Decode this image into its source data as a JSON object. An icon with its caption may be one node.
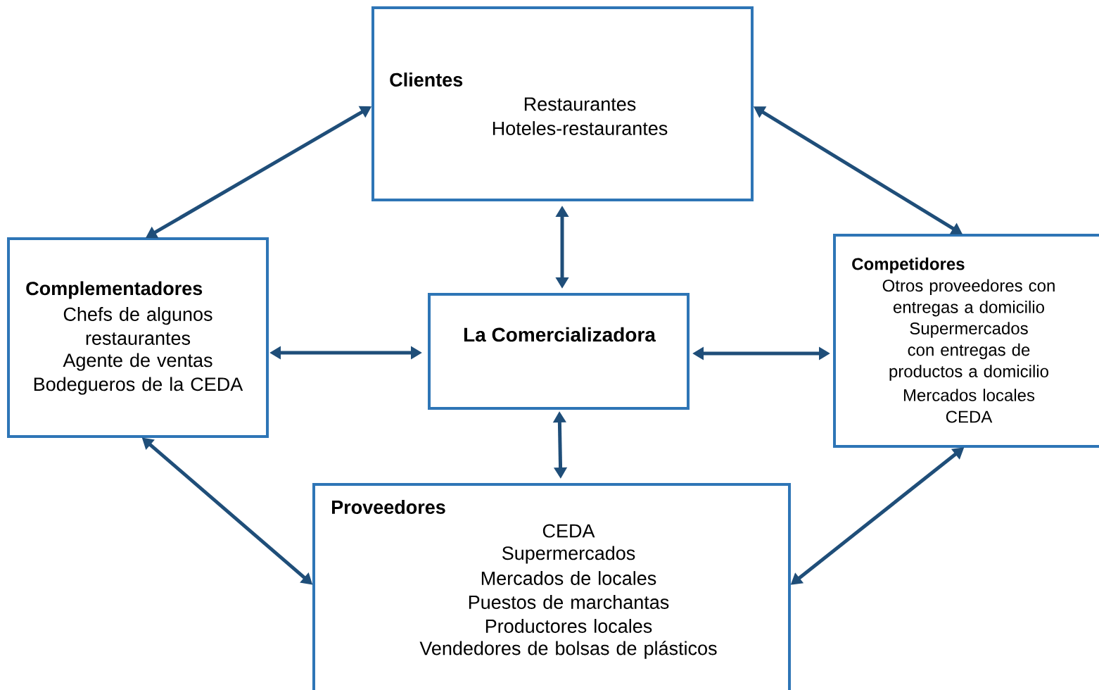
{
  "diagram": {
    "nodes": [
      {
        "text": [
          "Clientes",
          "Restaurantes",
          "Hoteles-restaurantes"
        ]
      },
      {
        "text": [
          "Complementadores",
          "Chefs de algunos restaurantes",
          "Agente de ventas",
          "Bodegueros de la CEDA"
        ]
      },
      {
        "text": [
          "La Comercializadora"
        ]
      },
      {
        "text": [
          "Competidores",
          "Otros proveedores con entregas a domicilio",
          "Supermercados con entregas de productos a domicilio",
          "Mercados locales",
          "CEDA"
        ]
      },
      {
        "text": [
          "Proveedores",
          "CEDA",
          "Supermercados",
          "Mercados de locales",
          "Puestos de marchantas",
          "Productores locales",
          "Vendedores de bolsas de plásticos"
        ]
      }
    ],
    "edges": [
      {
        "from": 0,
        "to": 1,
        "arrow": "both"
      },
      {
        "from": 0,
        "to": 3,
        "arrow": "both"
      },
      {
        "from": 0,
        "to": 2,
        "arrow": "both"
      },
      {
        "from": 1,
        "to": 2,
        "arrow": "both"
      },
      {
        "from": 2,
        "to": 3,
        "arrow": "both"
      },
      {
        "from": 2,
        "to": 4,
        "arrow": "both"
      },
      {
        "from": 1,
        "to": 4,
        "arrow": "both"
      },
      {
        "from": 3,
        "to": 4,
        "arrow": "both"
      }
    ]
  }
}
